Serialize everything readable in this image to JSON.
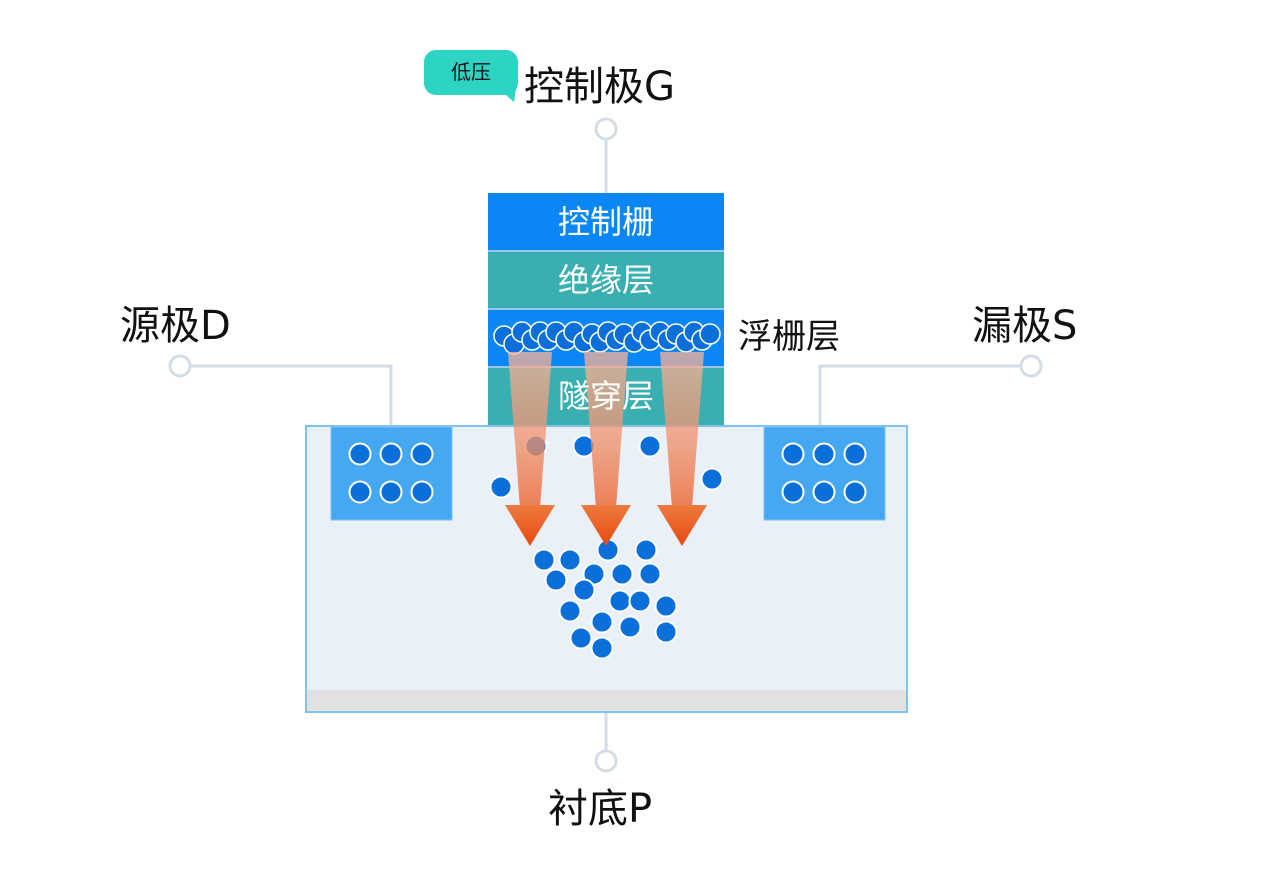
{
  "labels": {
    "gate": "控制极G",
    "gate_badge": "低压",
    "source": "源极D",
    "drain": "漏极S",
    "substrate": "衬底P",
    "floating_gate": "浮栅层"
  },
  "layers": {
    "control_gate": "控制栅",
    "insulation": "绝缘层",
    "tunnel": "隧穿层"
  },
  "colors": {
    "control_gate": "#0a87f5",
    "insulation": "#3aafb2",
    "floating_gate": "#0a87f5",
    "tunnel": "#3aafb2",
    "substrate_fill": "#e9f0f7",
    "substrate_border": "#7fc2f0",
    "substrate_bottom": "#e1e1e1",
    "electrode_well": "#46a8f2",
    "electron": "#0a6fd8",
    "arrow": "#f05a18",
    "connector": "#d3dde8",
    "badge": "#2dd4c3"
  }
}
